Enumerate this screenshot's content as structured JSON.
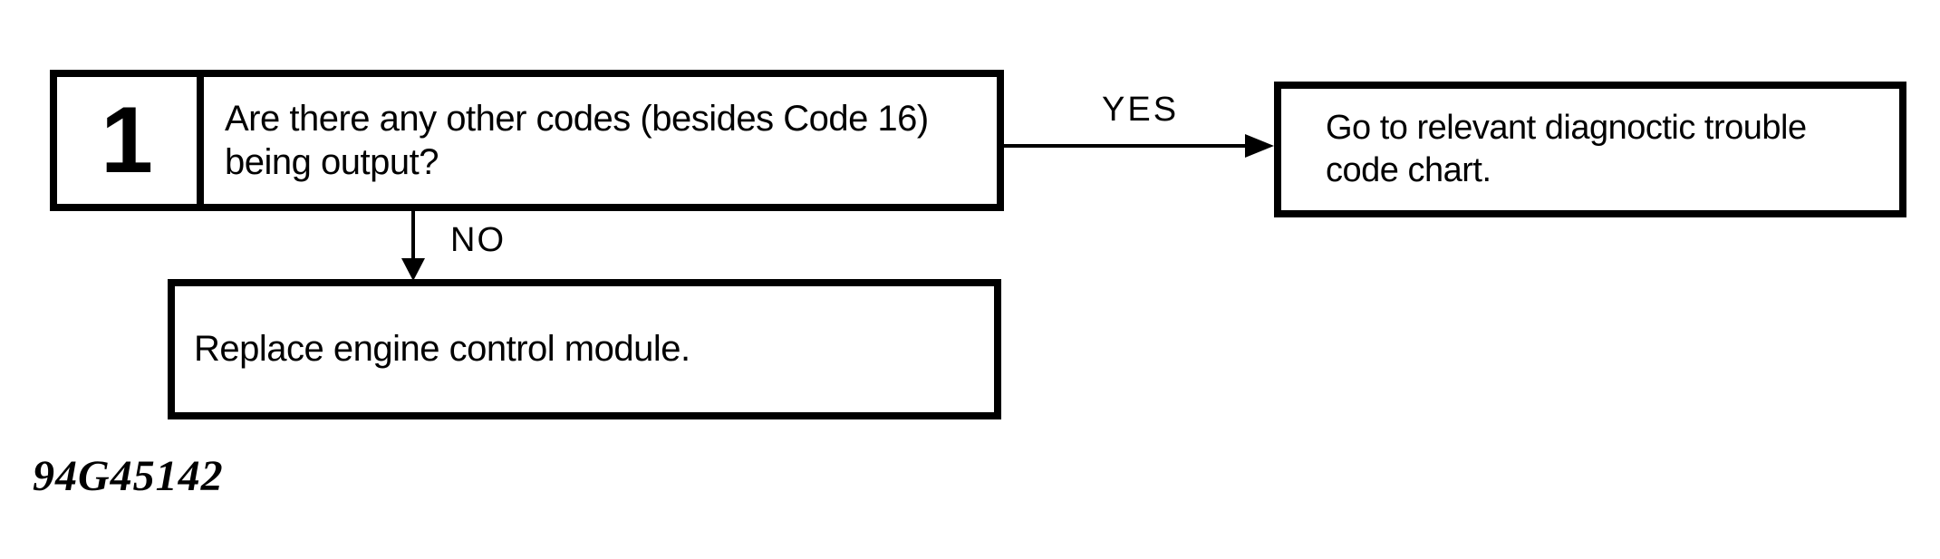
{
  "colors": {
    "ink": "#000000",
    "background": "#ffffff"
  },
  "flowchart": {
    "step": {
      "number": "1",
      "question_lines": [
        "Are there any other codes (besides Code 16)",
        "being output?"
      ]
    },
    "yes_branch": {
      "label": "YES",
      "result_lines": [
        "Go to relevant diagnoctic trouble",
        "code chart."
      ]
    },
    "no_branch": {
      "label": "NO",
      "result": "Replace engine control module."
    },
    "figure_id": "94G45142"
  }
}
